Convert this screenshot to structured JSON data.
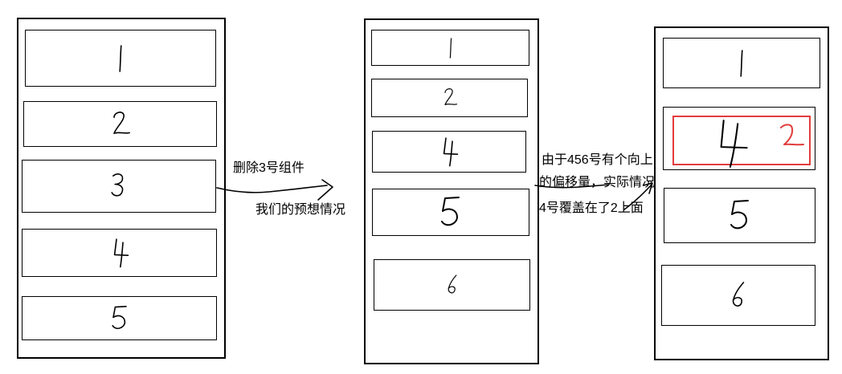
{
  "colors": {
    "ink": "#000000",
    "red": "#e23c3c",
    "background": "#ffffff"
  },
  "panels": {
    "original": {
      "items": [
        "1",
        "2",
        "3",
        "4",
        "5"
      ]
    },
    "expected": {
      "items": [
        "1",
        "2",
        "4",
        "5",
        "6"
      ]
    },
    "actual": {
      "items": [
        "1",
        "4",
        "5",
        "6"
      ],
      "overlay_digit": "2"
    }
  },
  "annotations": {
    "delete_action": "删除3号组件",
    "expected_caption": "我们的预想情况",
    "actual_line1": "由于456号有个向上",
    "actual_line2": "的偏移量，实际情况",
    "actual_line3": "4号覆盖在了2上面"
  }
}
